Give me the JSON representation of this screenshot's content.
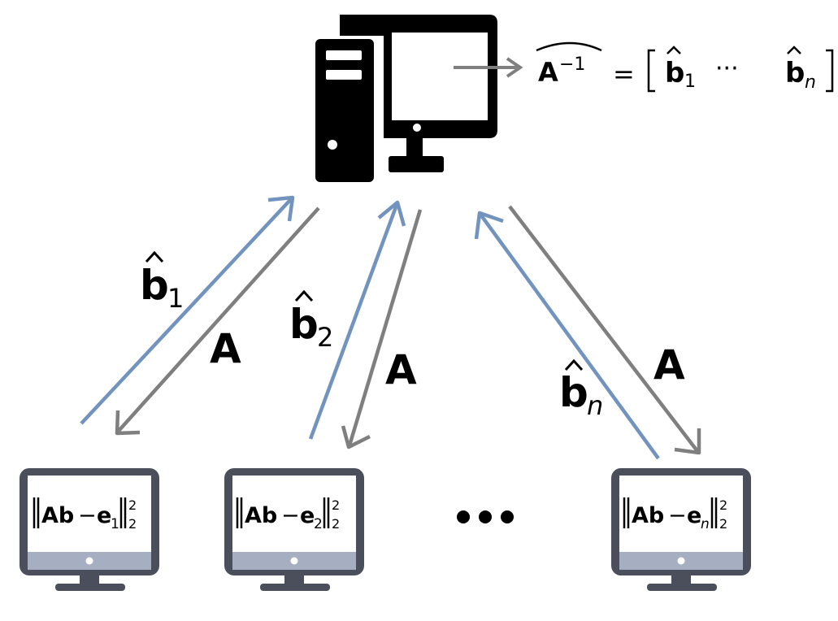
{
  "server": {
    "formula": {
      "lhs": "A",
      "lhs_exp": "−1",
      "eq": "=",
      "b": "b",
      "sub1": "1",
      "dots": "···",
      "subn": "n"
    }
  },
  "links": [
    {
      "b_label": "b",
      "b_sub": "1",
      "A_label": "A"
    },
    {
      "b_label": "b",
      "b_sub": "2",
      "A_label": "A"
    },
    {
      "b_label": "b",
      "b_sub": "n",
      "A_label": "A"
    }
  ],
  "clients": [
    {
      "norm_A": "Ab",
      "minus": "−",
      "e": "e",
      "e_sub": "1",
      "sub": "2",
      "sup": "2"
    },
    {
      "norm_A": "Ab",
      "minus": "−",
      "e": "e",
      "e_sub": "2",
      "sub": "2",
      "sup": "2"
    },
    {
      "norm_A": "Ab",
      "minus": "−",
      "e": "e",
      "e_sub": "n",
      "sub": "2",
      "sup": "2"
    }
  ],
  "colors": {
    "upload_arrow": "#7193bd",
    "download_arrow": "#7f7f7f",
    "monitor_frame": "#4b4f5c",
    "monitor_bar": "#a6aec1",
    "server": "#000000"
  }
}
